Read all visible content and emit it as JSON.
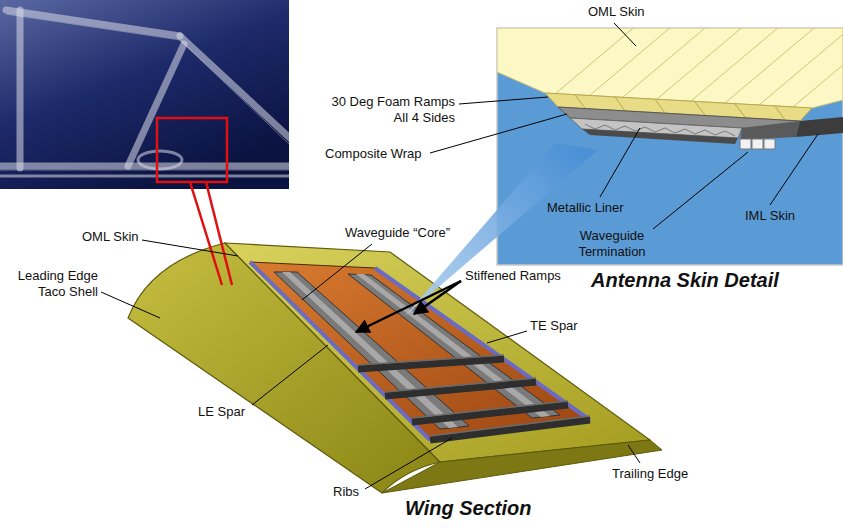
{
  "diagram": {
    "labels": [
      "OML Skin",
      "30 Deg Foam Ramps All 4 Sides",
      "Composite Wrap",
      "Metallic Liner",
      "Waveguide Termination",
      "IML Skin",
      "Antenna Skin Detail",
      "OML Skin",
      "Waveguide “Core”",
      "Leading Edge Taco Shell",
      "Stiffened Ramps",
      "TE Spar",
      "LE Spar",
      "Trailing Edge",
      "Ribs",
      "Wing Section"
    ]
  }
}
